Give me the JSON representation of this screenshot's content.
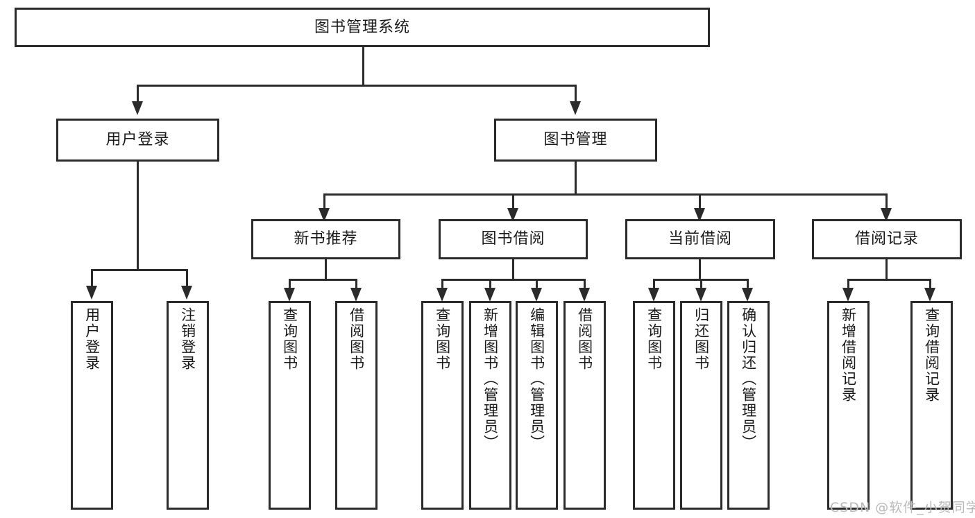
{
  "diagram": {
    "title": "图书管理系统",
    "watermark": "CSDN @软件_小贺同学",
    "levels": {
      "root": {
        "label": "图书管理系统"
      },
      "level2": [
        {
          "label": "用户登录"
        },
        {
          "label": "图书管理"
        }
      ],
      "level3": [
        {
          "label": "新书推荐"
        },
        {
          "label": "图书借阅"
        },
        {
          "label": "当前借阅"
        },
        {
          "label": "借阅记录"
        }
      ],
      "leaves": {
        "user_login": [
          {
            "label": "用户登录"
          },
          {
            "label": "注销登录"
          }
        ],
        "new_book": [
          {
            "label": "查询图书"
          },
          {
            "label": "借阅图书"
          }
        ],
        "book_borrow": [
          {
            "label": "查询图书"
          },
          {
            "label": "新增图书（管理员）"
          },
          {
            "label": "编辑图书（管理员）"
          },
          {
            "label": "借阅图书"
          }
        ],
        "current_borrow": [
          {
            "label": "查询图书"
          },
          {
            "label": "归还图书"
          },
          {
            "label": "确认归还（管理员）"
          }
        ],
        "borrow_record": [
          {
            "label": "新增借阅记录"
          },
          {
            "label": "查询借阅记录"
          }
        ]
      }
    },
    "colors": {
      "stroke": "#2b2b2b",
      "fill": "#ffffff",
      "text": "#1a1a1a",
      "watermark": "#b9b9b9"
    }
  }
}
